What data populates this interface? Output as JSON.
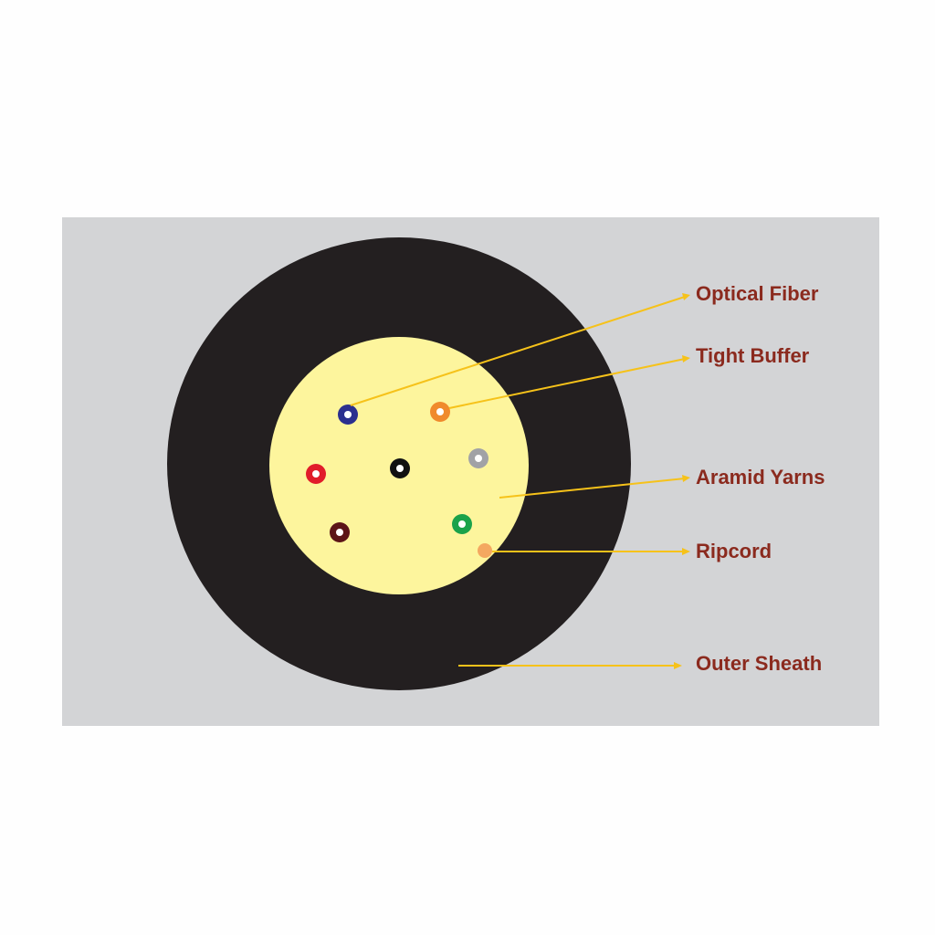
{
  "colors": {
    "page_background": "#fefefe",
    "panel_background": "#d3d4d6",
    "outer_sheath": "#231f20",
    "aramid_core": "#fdf59d",
    "leader_line": "#f6c21a",
    "label_text": "#8b2a1e",
    "ripcord": "#f4a860",
    "fiber_hole": "#ffffff"
  },
  "fibers": [
    {
      "name": "blue-fiber",
      "color": "#2b2f8f"
    },
    {
      "name": "orange-fiber",
      "color": "#f08a2c"
    },
    {
      "name": "red-fiber",
      "color": "#e11c2a"
    },
    {
      "name": "black-fiber",
      "color": "#111111"
    },
    {
      "name": "gray-fiber",
      "color": "#a1a2a6"
    },
    {
      "name": "brown-fiber",
      "color": "#5c1416"
    },
    {
      "name": "green-fiber",
      "color": "#1aa24a"
    }
  ],
  "labels": {
    "optical_fiber": "Optical Fiber",
    "tight_buffer": "Tight Buffer",
    "aramid_yarns": "Aramid Yarns",
    "ripcord": "Ripcord",
    "outer_sheath": "Outer Sheath"
  }
}
